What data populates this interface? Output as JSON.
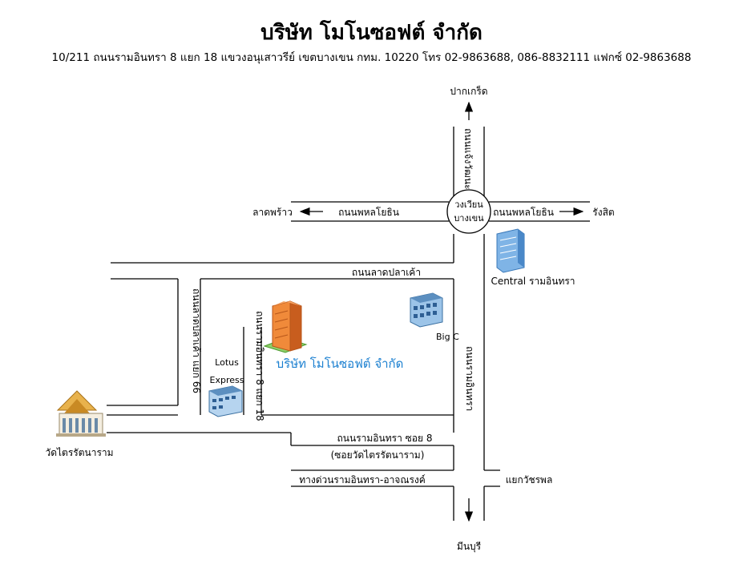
{
  "header": {
    "title": "บริษัท โมโนซอฟต์ จำกัด",
    "address": "10/211 ถนนรามอินทรา 8 แยก 18 แขวงอนุเสาวรีย์ เขตบางเขน กทม. 10220 โทร 02-9863688, 086-8832111 แฟกซ์ 02-9863688"
  },
  "map": {
    "roads": {
      "phahonyothin_west": "ถนนพหลโยธิน",
      "phahonyothin_east": "ถนนพหลโยธิน",
      "chaengwattana": "ถนนแจ้งวัฒนะ",
      "lat_pla_khao": "ถนนลาดปลาเค้า",
      "lat_pla_khao_66": "ถนนลาดปลาเค้า แยก 66",
      "ram_inthra_8_18": "ถนนรามอินทรา 8 แยก 18",
      "ram_inthra": "ถนนรามอินทรา",
      "ram_inthra_soi8": "ถนนรามอินทรา ซอย 8",
      "soi_wat": "(ซอยวัดไตรรัตนาราม)",
      "expressway": "ทางด่วนรามอินทรา-อาจณรงค์"
    },
    "destinations": {
      "north": "ปากเกร็ด",
      "west": "ลาดพร้าว",
      "east": "รังสิต",
      "south": "มีนบุรี"
    },
    "circle": {
      "line1": "วงเวียน",
      "line2": "บางเขน"
    },
    "landmarks": {
      "central": "Central รามอินทรา",
      "bigc": "Big C",
      "lotus_line1": "Lotus",
      "lotus_line2": "Express",
      "company": "บริษัท โมโนซอฟต์ จำกัด",
      "temple": "วัดไตรรัตนาราม",
      "intersection": "แยกวัชรพล"
    },
    "colors": {
      "road_line": "#000000",
      "company_label": "#1a7fd0",
      "building_orange": "#e8782a",
      "building_blue": "#5a9bd6",
      "temple_gold": "#d9a23a"
    }
  }
}
